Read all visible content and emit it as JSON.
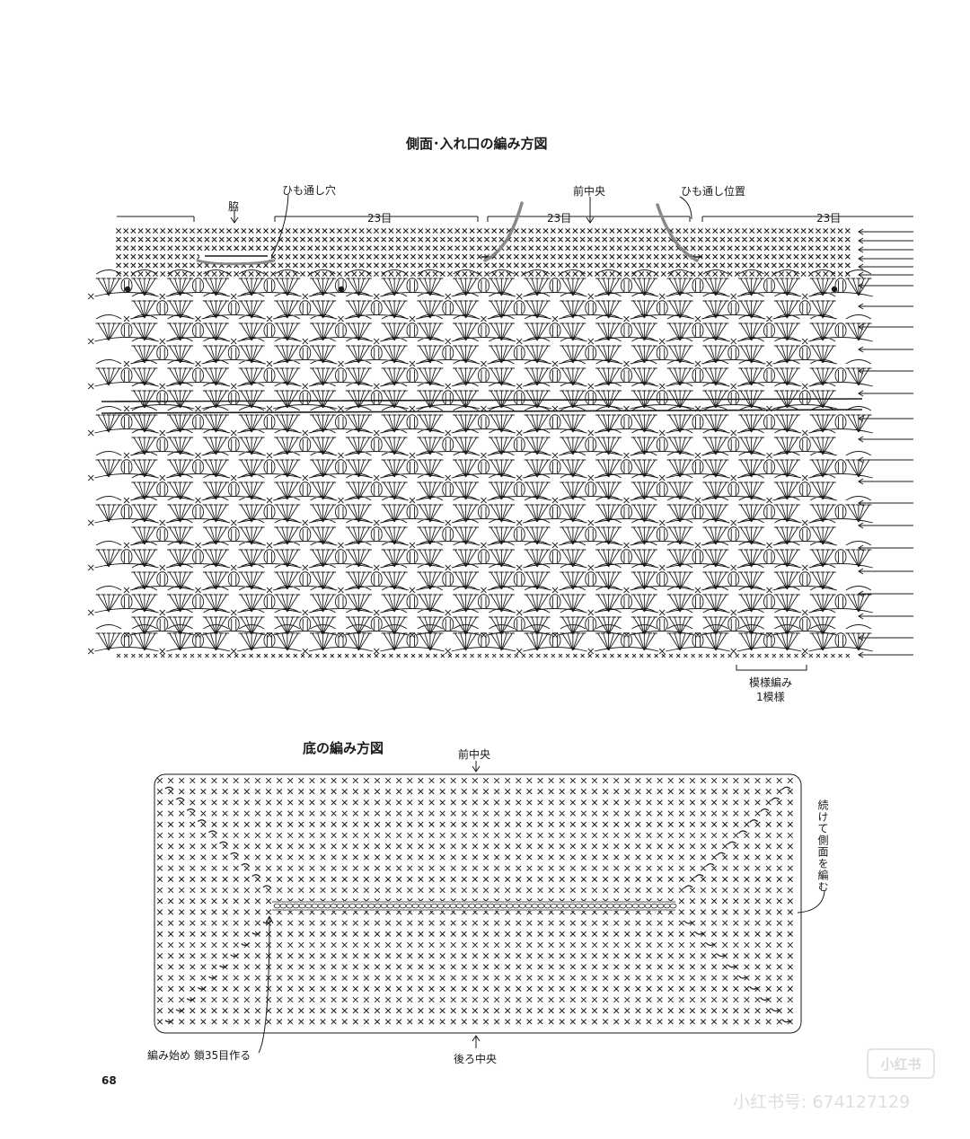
{
  "top_diagram": {
    "title": "側面･入れ口の編み方図",
    "labels": {
      "side": "脇",
      "cord_hole": "ひも通し穴",
      "front_center": "前中央",
      "cord_position": "ひも通し位置",
      "stitch_count": "23目",
      "pattern_repeat_line1": "模様編み",
      "pattern_repeat_line2": "1模様"
    }
  },
  "bottom_diagram": {
    "title": "底の編み方図",
    "labels": {
      "front_center": "前中央",
      "back_center": "後ろ中央",
      "start": "編み始め 鎖35目作る",
      "continue": "続けて側面を編む"
    }
  },
  "page_number": "68",
  "watermark": {
    "logo": "小红书",
    "id_text": "小红书号: 674127129"
  },
  "colors": {
    "ink": "#1a1a1a",
    "cord": "#888888",
    "watermark": "#dedede"
  }
}
